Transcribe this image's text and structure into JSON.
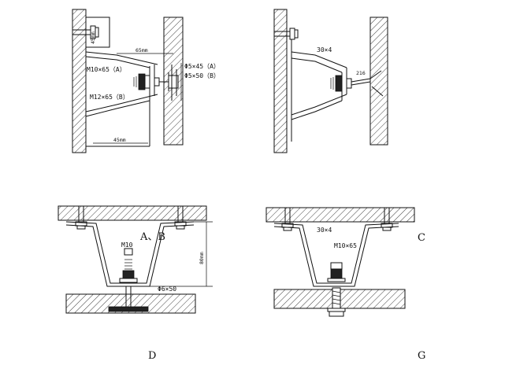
{
  "figure": {
    "panel_top_left": {
      "dim_top_gap": "65mm",
      "dim_side": "45mm",
      "dim_bottom": "45mm",
      "bolt_a": "M10×65（A）",
      "bolt_b": "M12×65（B）",
      "anchor_a": "Φ5×45（A）",
      "anchor_b": "Φ5×50（B）"
    },
    "panel_top_right": {
      "angle_size": "30×4",
      "dim_216": "216"
    },
    "panel_bottom_left": {
      "label_ab": "A、B",
      "bolt": "M10",
      "height": "80mm",
      "anchor": "Φ6×50",
      "letter": "D"
    },
    "panel_bottom_right": {
      "angle_size": "30×4",
      "bolt": "M10×65",
      "letter_c": "C",
      "letter_g": "G"
    }
  }
}
